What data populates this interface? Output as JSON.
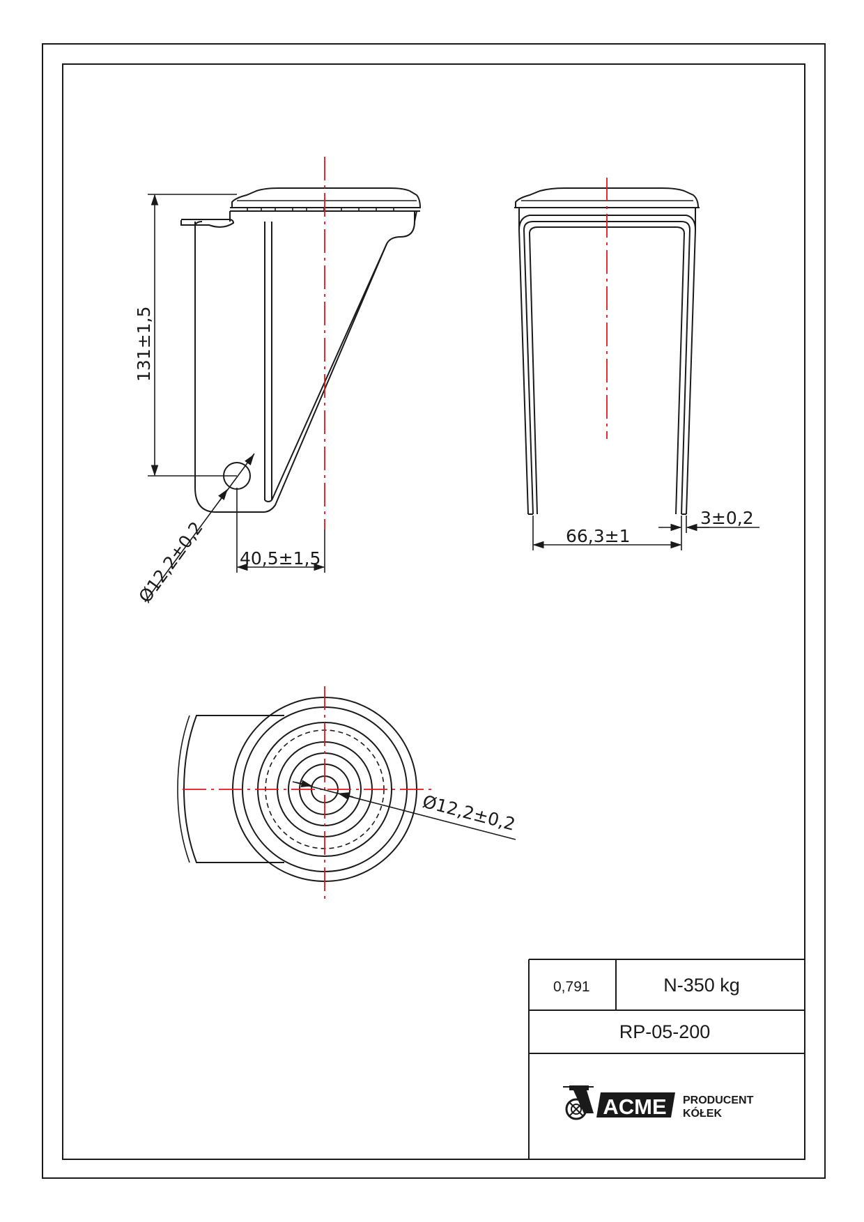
{
  "dimensions": {
    "height": "131±1,5",
    "pin_diameter_side": "Ø12,2±0,2",
    "offset": "40,5±1,5",
    "fork_width": "66,3±1",
    "plate_thickness": "3±0,2",
    "pin_diameter_top": "Ø12,2±0,2"
  },
  "title_block": {
    "weight": "0,791",
    "load": "N-350 kg",
    "part_number": "RP-05-200",
    "logo": {
      "brand": "ACME",
      "line1": "PRODUCENT",
      "line2": "KÓŁEK"
    }
  },
  "colors": {
    "line": "#1a1a1a",
    "centerline": "#e3141b"
  }
}
